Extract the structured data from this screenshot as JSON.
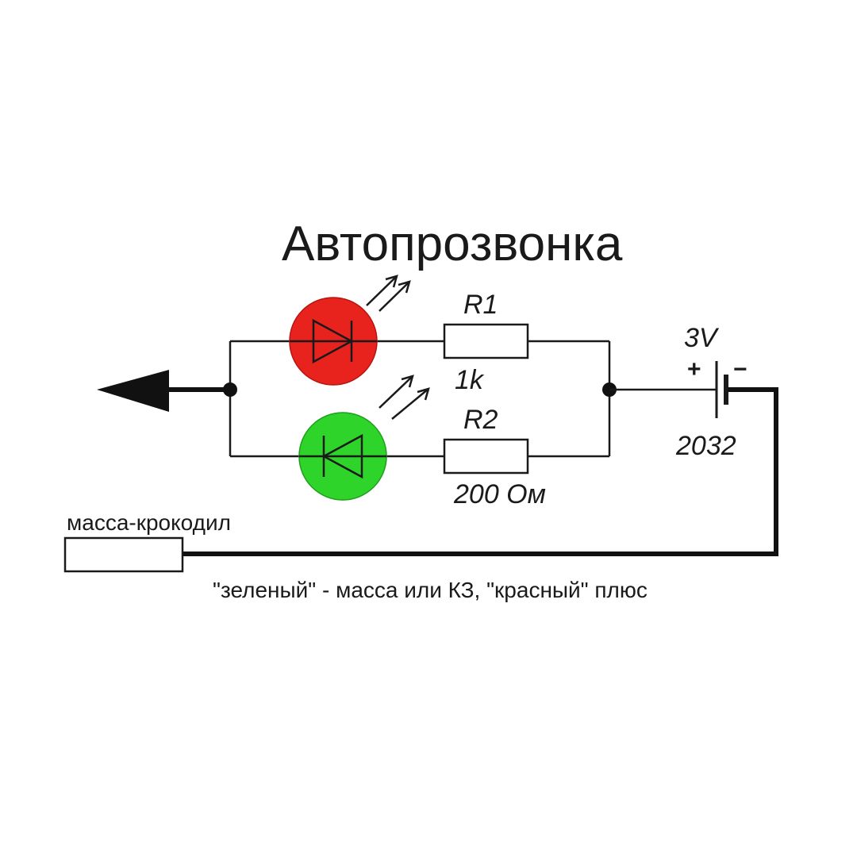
{
  "title": "Автопрозвонка",
  "r1": {
    "name": "R1",
    "value": "1k"
  },
  "r2": {
    "name": "R2",
    "value": "200 Ом"
  },
  "battery": {
    "voltage": "3V",
    "type": "2032",
    "plus": "+",
    "minus": "−"
  },
  "clip_label": "масса-крокодил",
  "note": "\"зеленый\" - масса или КЗ, \"красный\" плюс",
  "colors": {
    "led_red": "#e8231e",
    "led_green": "#2fd42b",
    "wire": "#1a1a1a"
  },
  "icons": [
    "probe-arrow-icon",
    "led-red-icon",
    "led-green-icon",
    "resistor-icon",
    "battery-icon"
  ]
}
